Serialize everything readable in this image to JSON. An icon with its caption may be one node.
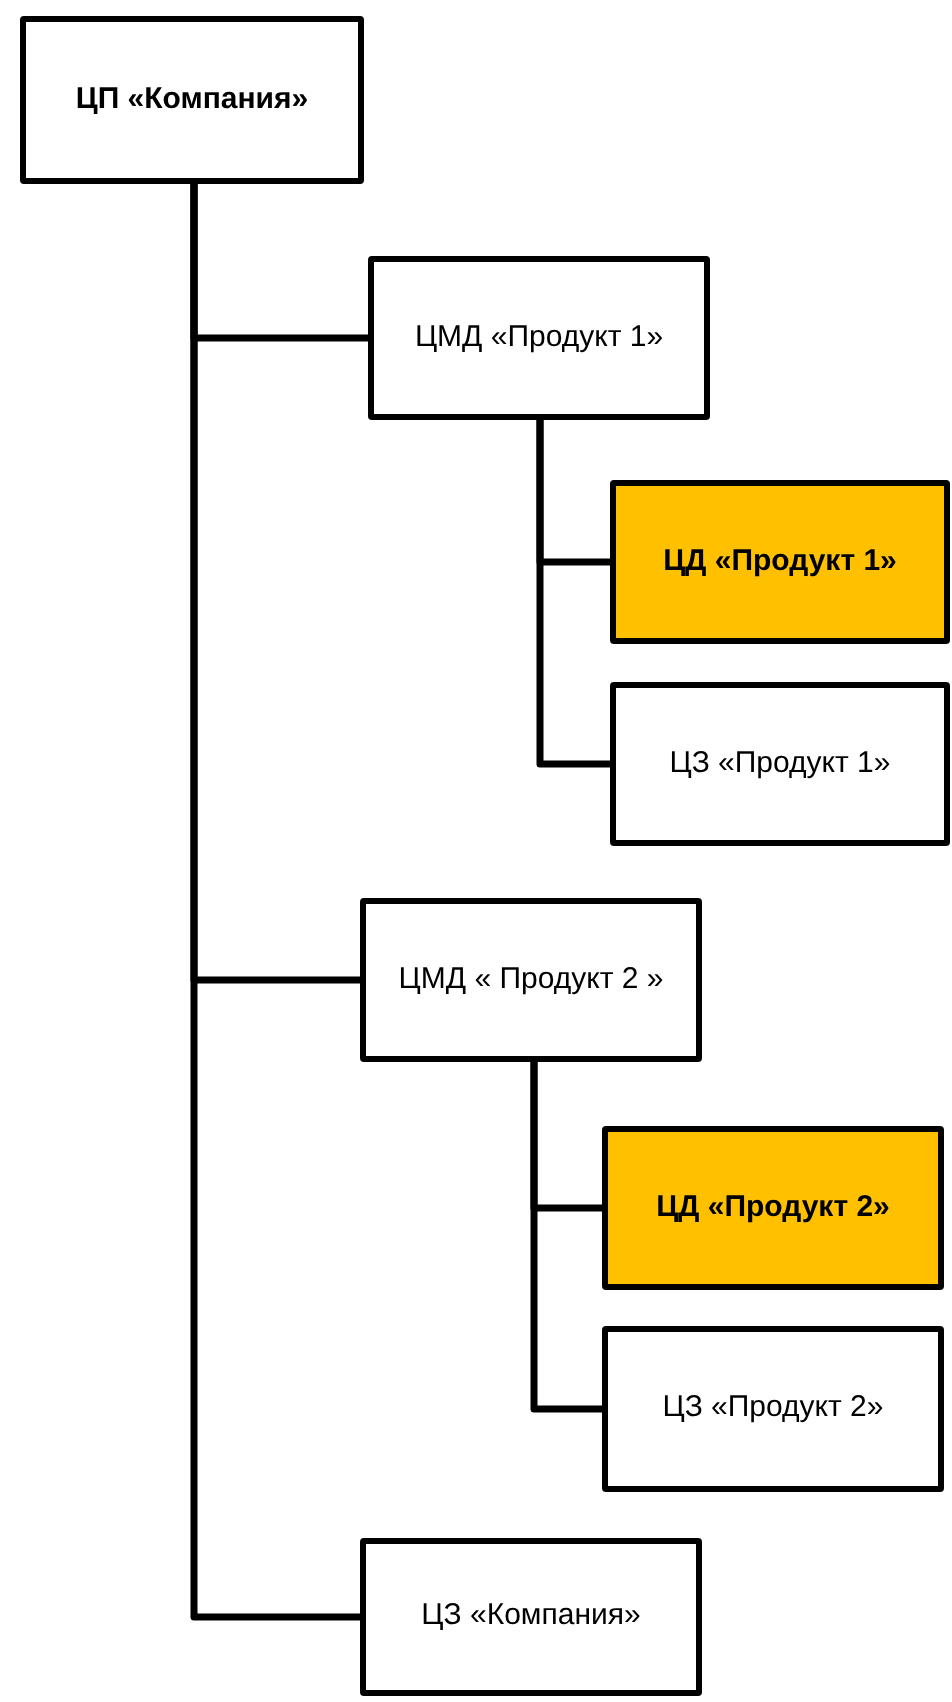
{
  "diagram": {
    "nodes": [
      {
        "text": [
          "ЦП «Компания»"
        ]
      },
      {
        "text": [
          "ЦМД «Продукт 1»"
        ]
      },
      {
        "text": [
          "ЦД «Продукт 1»"
        ]
      },
      {
        "text": [
          "ЦЗ «Продукт 1»"
        ]
      },
      {
        "text": [
          "ЦМД « Продукт 2 »"
        ]
      },
      {
        "text": [
          "ЦД «Продукт 2»"
        ]
      },
      {
        "text": [
          "ЦЗ «Продукт 2»"
        ]
      },
      {
        "text": [
          "ЦЗ «Компания»"
        ]
      }
    ],
    "edges": [
      {
        "from": 0,
        "to": 1,
        "arrow": "none"
      },
      {
        "from": 1,
        "to": 2,
        "arrow": "none"
      },
      {
        "from": 1,
        "to": 3,
        "arrow": "none"
      },
      {
        "from": 0,
        "to": 4,
        "arrow": "none"
      },
      {
        "from": 4,
        "to": 5,
        "arrow": "none"
      },
      {
        "from": 4,
        "to": 6,
        "arrow": "none"
      },
      {
        "from": 0,
        "to": 7,
        "arrow": "none"
      }
    ]
  }
}
